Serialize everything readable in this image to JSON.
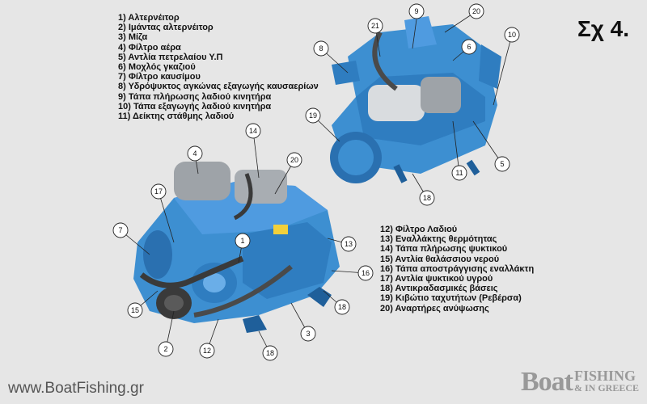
{
  "figure_label": "Σχ 4.",
  "website": "www.BoatFishing.gr",
  "logo": {
    "word": "Boat",
    "top": "FISHING",
    "bottom": "& IN GREECE"
  },
  "legend_top": [
    "1) Αλτερνέιτορ",
    "2) Ιμάντας αλτερνέιτορ",
    "3) Μίζα",
    "4) Φίλτρο αέρα",
    "5) Αντλία πετρελαίου Υ.Π",
    "6) Μοχλός γκαζιού",
    "7) Φίλτρο καυσίμου",
    "8) Υδρόψυκτος αγκώνας εξαγωγής καυσαερίων",
    "9) Τάπα πλήρωσης λαδιού κινητήρα",
    "10) Τάπα εξαγωγής λαδιού κινητήρα",
    "11) Δείκτης στάθμης λαδιού"
  ],
  "legend_bottom": [
    "12) Φίλτρο Λαδιού",
    "13) Εναλλάκτης θερμότητας",
    "14) Τάπα πλήρωσης ψυκτικού",
    "15) Αντλία θαλάσσιου νερού",
    "16) Τάπα αποστράγγισης εναλλάκτη",
    "17) Αντλία ψυκτικού υγρού",
    "18) Αντικραδασμικές βάσεις",
    "19) Κιβώτιο ταχυτήτων (Ρεβέρσα)",
    "20) Αναρτήρες ανύψωσης"
  ],
  "callouts": [
    "1",
    "2",
    "3",
    "4",
    "5",
    "6",
    "7",
    "8",
    "9",
    "10",
    "11",
    "12",
    "13",
    "14",
    "15",
    "16",
    "17",
    "18",
    "19",
    "20",
    "21"
  ],
  "colors": {
    "engine_blue": "#3d8fd1",
    "engine_dark": "#1f5f9a",
    "cover_grey": "#9ea3a8",
    "background": "#e6e6e6"
  }
}
